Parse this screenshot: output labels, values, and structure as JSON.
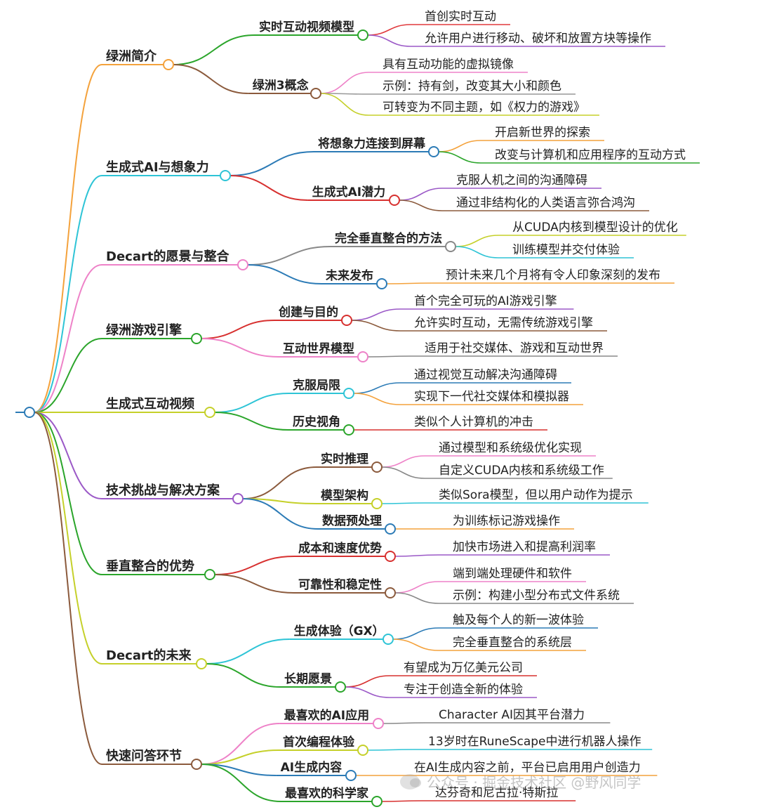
{
  "mindmap": {
    "branches": [
      {
        "label": "绿洲简介",
        "color": "#f4a23c",
        "children": [
          {
            "label": "实时互动视频模型",
            "color": "#2ba52b",
            "leaves": [
              {
                "label": "首创实时互动",
                "color": "#e0393c"
              },
              {
                "label": "允许用户进行移动、破坏和放置方块等操作",
                "color": "#9b59c7"
              }
            ]
          },
          {
            "label": "绿洲3概念",
            "color": "#8b5a3c",
            "leaves": [
              {
                "label": "具有互动功能的虚拟镜像",
                "color": "#ee82c8"
              },
              {
                "label": "示例：持有剑，改变其大小和颜色",
                "color": "#999999"
              },
              {
                "label": "可转变为不同主题，如《权力的游戏》",
                "color": "#c5d02a"
              }
            ]
          }
        ]
      },
      {
        "label": "生成式AI与想象力",
        "color": "#2ec4d6",
        "children": [
          {
            "label": "将想象力连接到屏幕",
            "color": "#2c7bb6",
            "leaves": [
              {
                "label": "开启新世界的探索",
                "color": "#f4a23c"
              },
              {
                "label": "改变与计算机和应用程序的互动方式",
                "color": "#2ba52b"
              }
            ]
          },
          {
            "label": "生成式AI潜力",
            "color": "#d7302f",
            "leaves": [
              {
                "label": "克服人机之间的沟通障碍",
                "color": "#9b59c7"
              },
              {
                "label": "通过非结构化的人类语言弥合鸿沟",
                "color": "#8b5a3c"
              }
            ]
          }
        ]
      },
      {
        "label": "Decart的愿景与整合",
        "color": "#ee82c8",
        "children": [
          {
            "label": "完全垂直整合的方法",
            "color": "#888888",
            "leaves": [
              {
                "label": "从CUDA内核到模型设计的优化",
                "color": "#c5d02a"
              },
              {
                "label": "训练模型并交付体验",
                "color": "#2ec4d6"
              }
            ]
          },
          {
            "label": "未来发布",
            "color": "#2c7bb6",
            "leaves": [
              {
                "label": "预计未来几个月将有令人印象深刻的发布",
                "color": "#f4a23c"
              }
            ]
          }
        ]
      },
      {
        "label": "绿洲游戏引擎",
        "color": "#2ba52b",
        "children": [
          {
            "label": "创建与目的",
            "color": "#d7302f",
            "leaves": [
              {
                "label": "首个完全可玩的AI游戏引擎",
                "color": "#9b59c7"
              },
              {
                "label": "允许实时互动，无需传统游戏引擎",
                "color": "#8b5a3c"
              }
            ]
          },
          {
            "label": "互动世界模型",
            "color": "#ee82c8",
            "leaves": [
              {
                "label": "适用于社交媒体、游戏和互动世界",
                "color": "#888888"
              }
            ]
          }
        ]
      },
      {
        "label": "生成式互动视频",
        "color": "#c5d02a",
        "children": [
          {
            "label": "克服局限",
            "color": "#2ec4d6",
            "leaves": [
              {
                "label": "通过视觉互动解决沟通障碍",
                "color": "#2c7bb6"
              },
              {
                "label": "实现下一代社交媒体和模拟器",
                "color": "#f4a23c"
              }
            ]
          },
          {
            "label": "历史视角",
            "color": "#2ba52b",
            "leaves": [
              {
                "label": "类似个人计算机的冲击",
                "color": "#d7302f"
              }
            ]
          }
        ]
      },
      {
        "label": "技术挑战与解决方案",
        "color": "#9b59c7",
        "children": [
          {
            "label": "实时推理",
            "color": "#8b5a3c",
            "leaves": [
              {
                "label": "通过模型和系统级优化实现",
                "color": "#ee82c8"
              },
              {
                "label": "自定义CUDA内核和系统级工作",
                "color": "#888888"
              }
            ]
          },
          {
            "label": "模型架构",
            "color": "#c5d02a",
            "leaves": [
              {
                "label": "类似Sora模型，但以用户动作为提示",
                "color": "#2ec4d6"
              }
            ]
          },
          {
            "label": "数据预处理",
            "color": "#2c7bb6",
            "leaves": [
              {
                "label": "为训练标记游戏操作",
                "color": "#f4a23c"
              }
            ]
          }
        ]
      },
      {
        "label": "垂直整合的优势",
        "color": "#2ba52b",
        "children": [
          {
            "label": "成本和速度优势",
            "color": "#d7302f",
            "leaves": [
              {
                "label": "加快市场进入和提高利润率",
                "color": "#9b59c7"
              }
            ]
          },
          {
            "label": "可靠性和稳定性",
            "color": "#8b5a3c",
            "leaves": [
              {
                "label": "端到端处理硬件和软件",
                "color": "#ee82c8"
              },
              {
                "label": "示例：构建小型分布式文件系统",
                "color": "#888888"
              }
            ]
          }
        ]
      },
      {
        "label": "Decart的未来",
        "color": "#c5d02a",
        "children": [
          {
            "label": "生成体验（GX）",
            "color": "#2ec4d6",
            "leaves": [
              {
                "label": "触及每个人的新一波体验",
                "color": "#2c7bb6"
              },
              {
                "label": "完全垂直整合的系统层",
                "color": "#f4a23c"
              }
            ]
          },
          {
            "label": "长期愿景",
            "color": "#2ba52b",
            "leaves": [
              {
                "label": "有望成为万亿美元公司",
                "color": "#d7302f"
              },
              {
                "label": "专注于创造全新的体验",
                "color": "#9b59c7"
              }
            ]
          }
        ]
      },
      {
        "label": "快速问答环节",
        "color": "#8b5a3c",
        "children": [
          {
            "label": "最喜欢的AI应用",
            "color": "#ee82c8",
            "leaves": [
              {
                "label": "Character AI因其平台潜力",
                "color": "#888888"
              }
            ]
          },
          {
            "label": "首次编程体验",
            "color": "#c5d02a",
            "leaves": [
              {
                "label": "13岁时在RuneScape中进行机器人操作",
                "color": "#2ec4d6"
              }
            ]
          },
          {
            "label": "AI生成内容",
            "color": "#2c7bb6",
            "leaves": [
              {
                "label": "在AI生成内容之前，平台已启用用户创造力",
                "color": "#f4a23c"
              }
            ]
          },
          {
            "label": "最喜欢的科学家",
            "color": "#2ba52b",
            "leaves": [
              {
                "label": "达芬奇和尼古拉·特斯拉",
                "color": "#d7302f"
              }
            ]
          }
        ]
      }
    ]
  },
  "watermark": {
    "text": "公众号 · 掘金技术社区 @野风同学"
  }
}
